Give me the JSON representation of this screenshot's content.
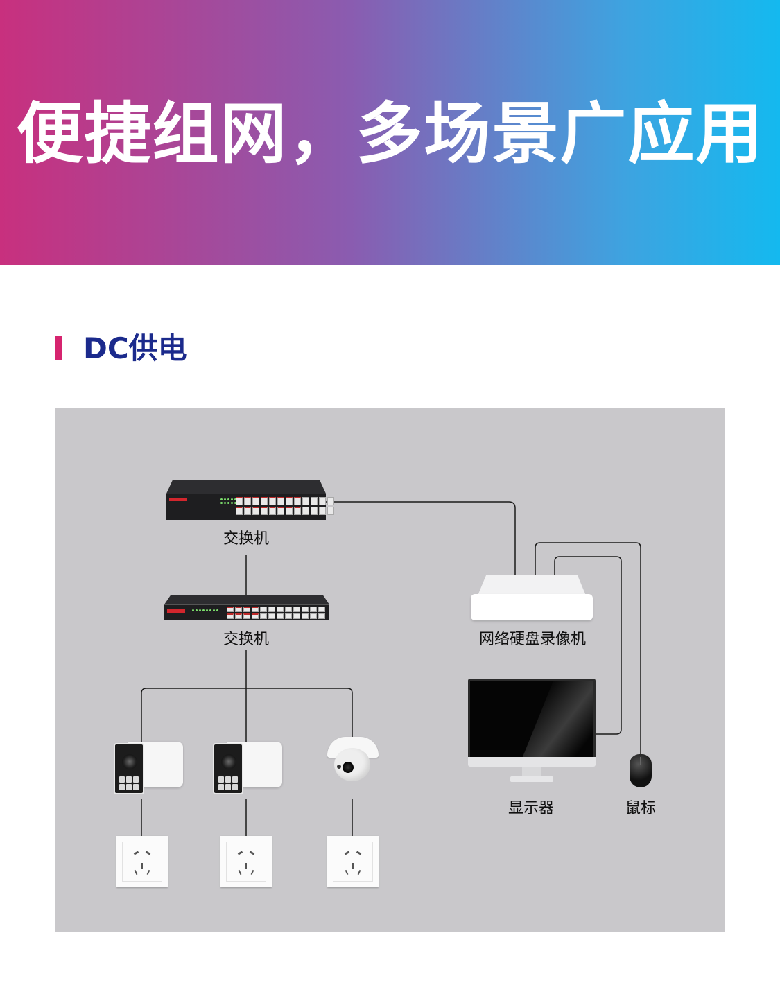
{
  "hero": {
    "title": "便捷组网，多场景广应用"
  },
  "section": {
    "title": "DC供电"
  },
  "diagram": {
    "nodes": {
      "switch_top": "交换机",
      "switch_mid": "交换机",
      "nvr": "网络硬盘录像机",
      "monitor": "显示器",
      "mouse": "鼠标"
    }
  },
  "colors": {
    "gradient_start": "#c8307e",
    "gradient_end": "#14b9ef",
    "section_marker": "#d6246f",
    "section_text": "#1b2a8c",
    "panel": "#c9c8cb"
  }
}
